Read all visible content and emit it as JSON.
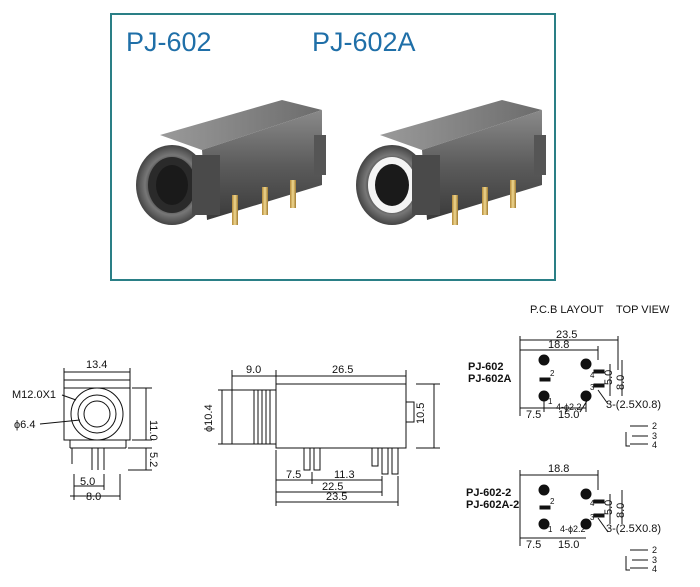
{
  "photo": {
    "title_left": "PJ-602",
    "title_right": "PJ-602A"
  },
  "front_view": {
    "width_top": "13.4",
    "thread": "M12.0X1",
    "hole_dia": "ϕ6.4",
    "height": "11.0",
    "pin_height": "5.2",
    "pin_pitch": "5.0",
    "base_width": "8.0"
  },
  "side_view": {
    "front_len": "9.0",
    "body_len": "26.5",
    "diameter": "ϕ10.4",
    "height": "10.5",
    "pin1": "7.5",
    "pin2": "11.3",
    "overall1": "22.5",
    "overall2": "23.5"
  },
  "pcb": {
    "heading": "P.C.B LAYOUT",
    "heading2": "TOP VIEW",
    "top": {
      "models": [
        "PJ-602",
        "PJ-602A"
      ],
      "dim_235": "23.5",
      "dim_188": "18.8",
      "dim_50": "5.0",
      "dim_80": "8.0",
      "dim_75": "7.5",
      "dim_150": "15.0",
      "holes": "4-ϕ2.2",
      "slots": "3-(2.5X0.8)",
      "pin_labels": [
        "2",
        "4",
        "1",
        "3"
      ],
      "schematic": [
        "2",
        "3",
        "4"
      ]
    },
    "bottom": {
      "models": [
        "PJ-602-2",
        "PJ-602A-2"
      ],
      "dim_188": "18.8",
      "dim_50": "5.0",
      "dim_80": "8.0",
      "dim_75": "7.5",
      "dim_150": "15.0",
      "holes": "4-ϕ2.2",
      "slots": "3-(2.5X0.8)",
      "pin_labels": [
        "2",
        "4",
        "1",
        "3"
      ],
      "schematic": [
        "2",
        "3",
        "4"
      ]
    }
  },
  "colors": {
    "frame": "#2a7f86",
    "title": "#1f6fa8"
  }
}
